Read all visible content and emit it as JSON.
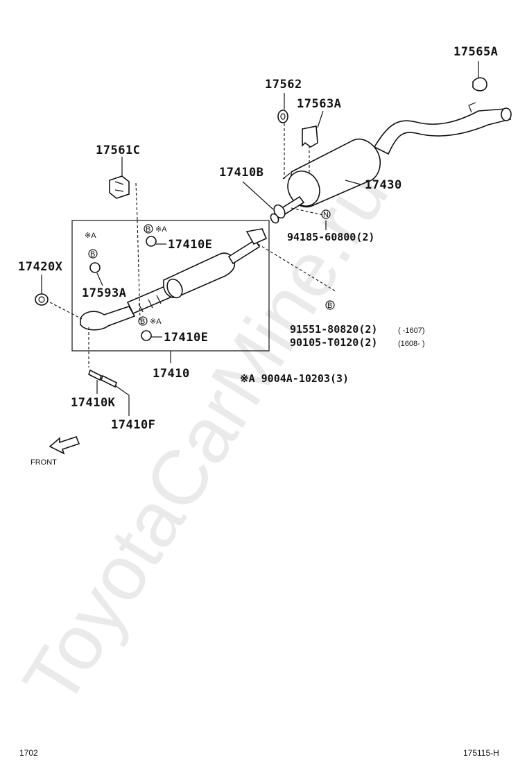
{
  "watermark": "ToyotaCarMine.ru",
  "parts": {
    "p17565A": "17565A",
    "p17562": "17562",
    "p17563A": "17563A",
    "p17561C": "17561C",
    "p17410B": "17410B",
    "p17430": "17430",
    "p94185": "94185-60800(2)",
    "p17420X": "17420X",
    "p17593A": "17593A",
    "p17410E_top": "17410E",
    "p17410E_bottom": "17410E",
    "p91551": "91551-80820(2)",
    "p91551_range": "(      -1607)",
    "p90105": "90105-T0120(2)",
    "p90105_range": "(1608-      )",
    "p17410": "17410",
    "p9004A": "※A 9004A-10203(3)",
    "p17410K": "17410K",
    "p17410F": "17410F"
  },
  "markers": {
    "note_a": "※A",
    "b": "B",
    "n": "N"
  },
  "front_label": "FRONT",
  "footer": {
    "left": "1702",
    "right": "175115-H"
  }
}
